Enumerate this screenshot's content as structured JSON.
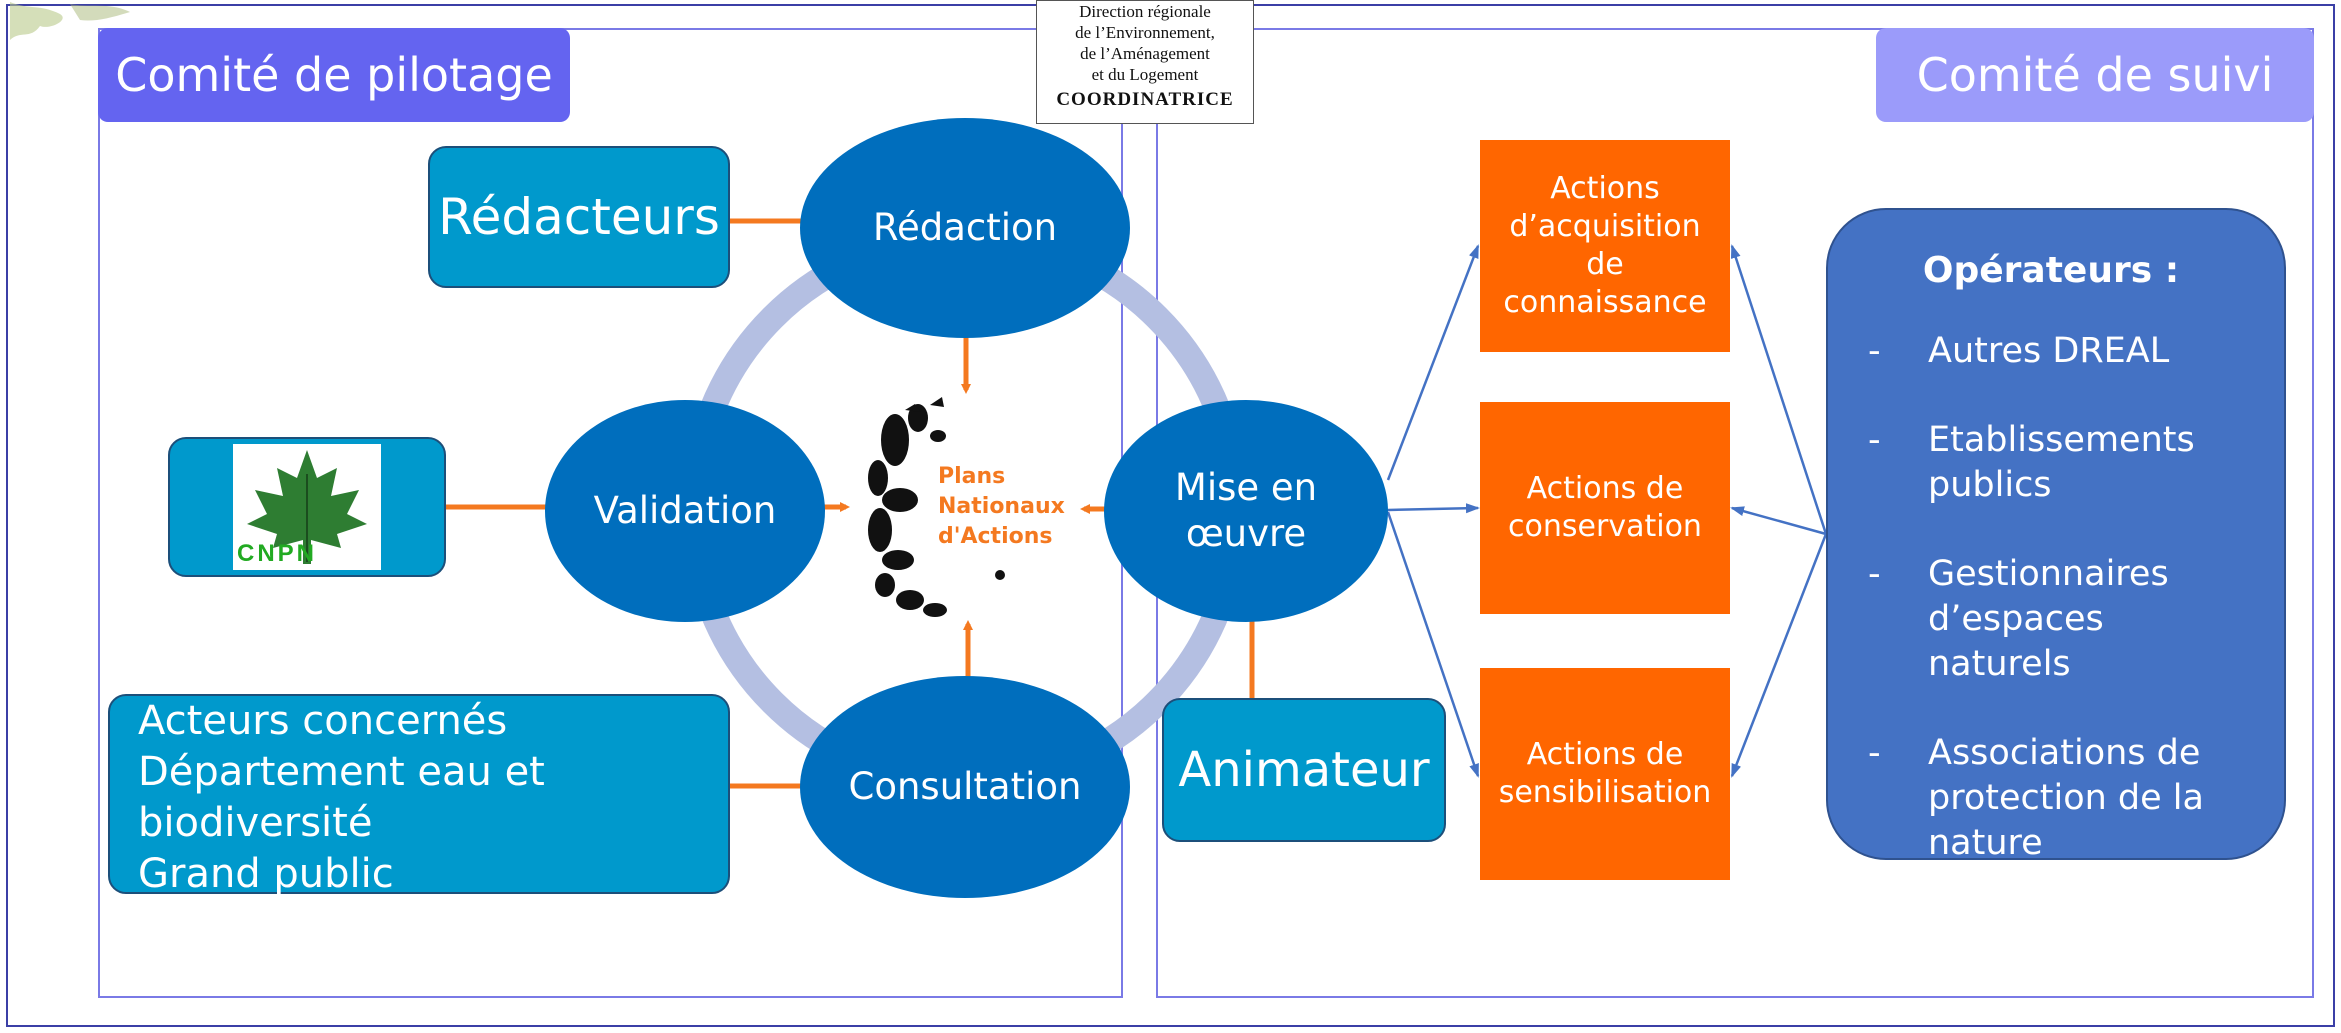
{
  "header": {
    "left_title": "Comité de pilotage",
    "right_title": "Comité de suivi"
  },
  "coordinator": {
    "lines": [
      "Direction régionale",
      "de l’Environnement,",
      "de l’Aménagement",
      "et du Logement"
    ],
    "role": "COORDINATRICE"
  },
  "cycle": {
    "redaction": "Rédaction",
    "validation": "Validation",
    "mise_en_oeuvre": [
      "Mise en",
      "œuvre"
    ],
    "consultation": "Consultation",
    "center_label": [
      "Plans",
      "Nationaux",
      "d'Actions"
    ]
  },
  "actors": {
    "redacteurs": "Rédacteurs",
    "cnpn": "CNPN",
    "acteurs": [
      "Acteurs concernés",
      "Département eau et",
      "biodiversité",
      "Grand public"
    ],
    "animateur": "Animateur"
  },
  "actions": {
    "acquisition": [
      "Actions",
      "d’acquisition",
      "de",
      "connaissance"
    ],
    "conservation": [
      "Actions de",
      "conservation"
    ],
    "sensibilisation": [
      "Actions de",
      "sensibilisation"
    ]
  },
  "operateurs": {
    "title": "Opérateurs :",
    "items": [
      {
        "dash": "-",
        "lines": [
          "Autres DREAL"
        ]
      },
      {
        "dash": "-",
        "lines": [
          "Etablissements",
          "publics"
        ]
      },
      {
        "dash": "-",
        "lines": [
          "Gestionnaires",
          "d’espaces naturels"
        ]
      },
      {
        "dash": "-",
        "lines": [
          "Associations de",
          "protection de la",
          "nature"
        ]
      }
    ]
  },
  "colors": {
    "ellipse": "#006ebd",
    "ring": "#b4bfe2",
    "orange": "#ff6600",
    "connector": "#f47920",
    "box_blue": "#0099cc",
    "operateurs": "#4472c4",
    "panel_border": "#7a7ae6"
  }
}
